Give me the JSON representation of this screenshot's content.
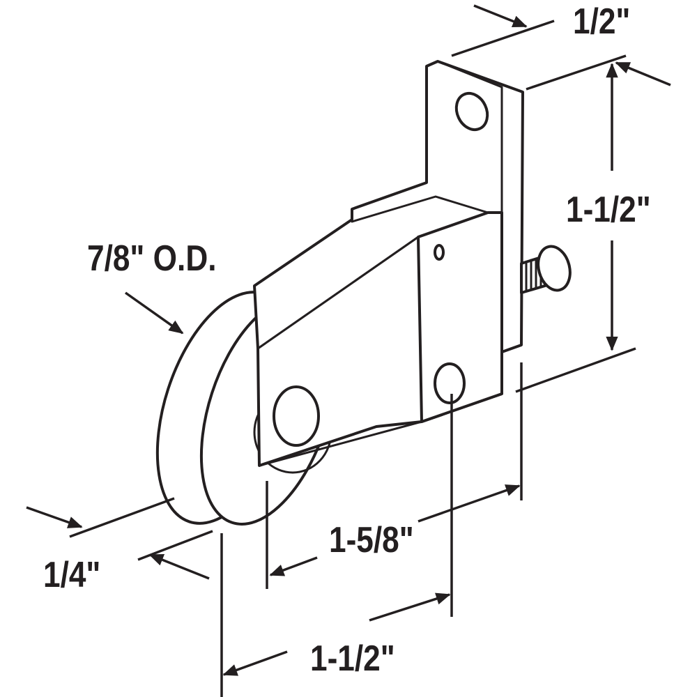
{
  "labels": {
    "bracket_width": "1/2\"",
    "bracket_height": "1-1/2\"",
    "wheel_diameter": "7/8\" O.D.",
    "wheel_width": "1/4\"",
    "axle_to_hole": "1-5/8\"",
    "overall_width": "1-1/2\""
  },
  "colors": {
    "line": "#231f20",
    "background": "#ffffff"
  }
}
